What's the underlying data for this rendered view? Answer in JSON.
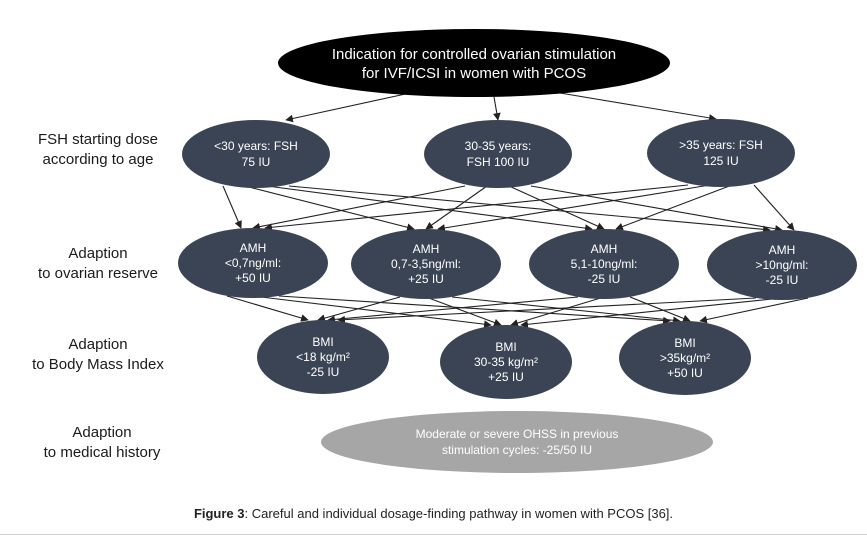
{
  "top_node": {
    "lines": [
      "Indication for controlled ovarian stimulation",
      "for IVF/ICSI in women with PCOS"
    ]
  },
  "row_labels": [
    [
      "FSH starting dose",
      "according to age"
    ],
    [
      "Adaption",
      "to ovarian reserve"
    ],
    [
      "Adaption",
      "to Body Mass Index"
    ],
    [
      "Adaption",
      "to medical history"
    ]
  ],
  "fsh_nodes": [
    {
      "id": "fsh-under-30",
      "lines": [
        "<30 years: FSH",
        "75 IU"
      ]
    },
    {
      "id": "fsh-30-35",
      "lines": [
        "30-35 years:",
        "FSH 100 IU"
      ]
    },
    {
      "id": "fsh-over-35",
      "lines": [
        ">35 years: FSH",
        "125 IU"
      ]
    }
  ],
  "amh_nodes": [
    {
      "id": "amh-low",
      "lines": [
        "AMH",
        "<0,7ng/ml:",
        "+50 IU"
      ]
    },
    {
      "id": "amh-mid-low",
      "lines": [
        "AMH",
        "0,7-3,5ng/ml:",
        "+25 IU"
      ]
    },
    {
      "id": "amh-mid-high",
      "lines": [
        "AMH",
        "5,1-10ng/ml:",
        "-25 IU"
      ]
    },
    {
      "id": "amh-high",
      "lines": [
        "AMH",
        ">10ng/ml:",
        "-25 IU"
      ]
    }
  ],
  "bmi_nodes": [
    {
      "id": "bmi-low",
      "lines": [
        "BMI",
        "<18 kg/m²",
        "-25 IU"
      ]
    },
    {
      "id": "bmi-mid",
      "lines": [
        "BMI",
        "30-35 kg/m²",
        "+25 IU"
      ]
    },
    {
      "id": "bmi-high",
      "lines": [
        "BMI",
        ">35kg/m²",
        "+50 IU"
      ]
    }
  ],
  "history_node": {
    "lines": [
      "Moderate or severe OHSS in previous",
      "stimulation cycles: -25/50 IU"
    ]
  },
  "caption": {
    "label": "Figure 3",
    "text": ": Careful and individual dosage-finding pathway in women with PCOS [36]."
  },
  "colors": {
    "node_fill": "#3b4454",
    "top_fill": "#000000",
    "history_fill": "#a6a6a6",
    "history_text": "#f2f2f2",
    "edge": "#222222"
  }
}
